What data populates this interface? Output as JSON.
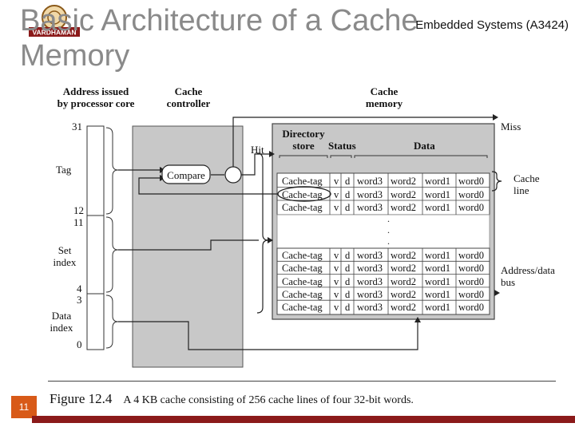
{
  "slide": {
    "title": "Basic Architecture of a Cache Memory",
    "course": "Embedded Systems (A3424)",
    "logo_text": "VARDHAMAN",
    "slide_number": "11"
  },
  "figure": {
    "header_address": [
      "Address issued",
      "by processor core"
    ],
    "header_controller": [
      "Cache",
      "controller"
    ],
    "header_memory": [
      "Cache",
      "memory"
    ],
    "bit_labels": [
      "31",
      "12",
      "11",
      "4",
      "3",
      "0"
    ],
    "field_labels": {
      "tag": "Tag",
      "set_index": [
        "Set",
        "index"
      ],
      "data_index": [
        "Data",
        "index"
      ]
    },
    "compare": "Compare",
    "hit": "Hit",
    "miss": "Miss",
    "directory_store": [
      "Directory",
      "store"
    ],
    "status": "Status",
    "data": "Data",
    "cache_line": [
      "Cache",
      "line"
    ],
    "address_data_bus": [
      "Address/data",
      "bus"
    ],
    "row_cells": [
      "Cache-tag",
      "v",
      "d",
      "word3",
      "word2",
      "word1",
      "word0"
    ],
    "row_count_top": 3,
    "row_count_bottom": 5,
    "dots": "."
  },
  "caption": {
    "figure_number": "Figure 12.4",
    "text": "A 4 KB cache consisting of 256 cache lines of four 32-bit words."
  },
  "colors": {
    "title": "#8a8a8a",
    "controller_fill": "#c8c8c8",
    "memory_fill": "#c8c8c8",
    "slide_number_box": "#d85a18",
    "bottom_bar": "#8b1a1a"
  }
}
